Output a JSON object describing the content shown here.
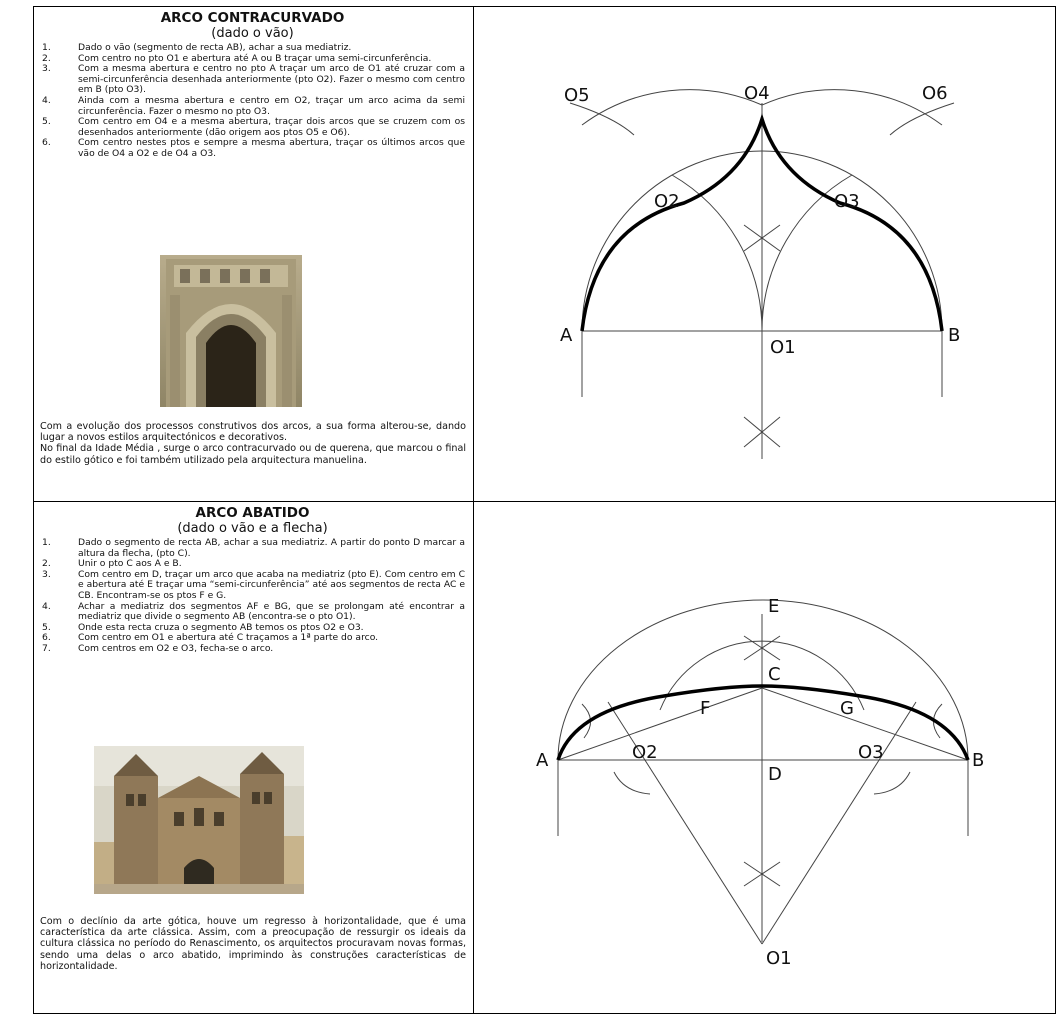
{
  "section1": {
    "title": "ARCO CONTRACURVADO",
    "subtitle": "(dado o vão)",
    "steps": [
      {
        "num": "1.",
        "text": "Dado o vão (segmento de recta AB), achar a sua mediatriz."
      },
      {
        "num": "2.",
        "text": "Com centro no pto O1 e abertura até A ou B traçar uma semi-circunferência."
      },
      {
        "num": "3.",
        "text": "Com a mesma abertura e centro no pto A traçar um arco de O1 até cruzar com a semi-circunferência desenhada anteriormente (pto O2). Fazer o mesmo com centro em B (pto O3)."
      },
      {
        "num": "4.",
        "text": "Ainda com a mesma abertura e centro em O2, traçar um arco acima da semi circunferência. Fazer o mesmo no pto O3."
      },
      {
        "num": "5.",
        "text": "Com centro em O4 e a mesma abertura, traçar dois arcos que se cruzem com os desenhados anteriormente (dão origem aos ptos O5 e O6)."
      },
      {
        "num": "6.",
        "text": "Com centro nestes ptos e sempre a mesma abertura, traçar os últimos arcos que vão de O4 a O2 e de O4 a O3."
      }
    ],
    "paragraph1": "Com a evolução dos processos construtivos dos arcos, a sua forma alterou-se, dando lugar a novos estilos arquitectónicos e decorativos.",
    "paragraph2": "No final da Idade Média , surge o arco contracurvado ou de querena, que marcou o final do estilo gótico e foi também utilizado pela arquitectura manuelina.",
    "labels": {
      "O5": "O5",
      "O4": "O4",
      "O6": "O6",
      "O2": "O2",
      "O3": "O3",
      "A": "A",
      "B": "B",
      "O1": "O1"
    }
  },
  "section2": {
    "title": "ARCO ABATIDO",
    "subtitle": "(dado o vão e a flecha)",
    "steps": [
      {
        "num": "1.",
        "text": "Dado o segmento de recta AB, achar a sua mediatriz. A partir do ponto D marcar a altura da flecha, (pto C)."
      },
      {
        "num": "2.",
        "text": "Unir o pto C aos A e B."
      },
      {
        "num": "3.",
        "text": "Com centro em D, traçar um arco que acaba na mediatriz (pto E). Com centro em C e abertura até E traçar uma “semi-circunferência” até aos segmentos de recta AC e CB. Encontram-se os ptos F e G."
      },
      {
        "num": "4.",
        "text": "Achar a mediatriz dos segmentos AF e BG, que se prolongam até encontrar a mediatriz que divide o segmento AB (encontra-se o pto O1)."
      },
      {
        "num": "5.",
        "text": "Onde esta recta cruza o segmento AB temos os ptos O2 e O3."
      },
      {
        "num": "6.",
        "text": "Com centro em O1 e abertura até C traçamos a 1ª parte do arco."
      },
      {
        "num": "7.",
        "text": "Com centros em O2 e O3, fecha-se o arco."
      }
    ],
    "paragraph1": "Com o declínio da arte gótica, houve um regresso à horizontalidade, que é uma característica da arte clássica. Assim, com a preocupação de ressurgir os ideais da cultura clássica no período do Renascimento, os arquitectos procuravam novas formas, sendo uma delas o arco abatido, imprimindo às construções características de horizontalidade.",
    "labels": {
      "E": "E",
      "C": "C",
      "F": "F",
      "G": "G",
      "A": "A",
      "O2": "O2",
      "O3": "O3",
      "B": "B",
      "D": "D",
      "O1": "O1"
    }
  }
}
